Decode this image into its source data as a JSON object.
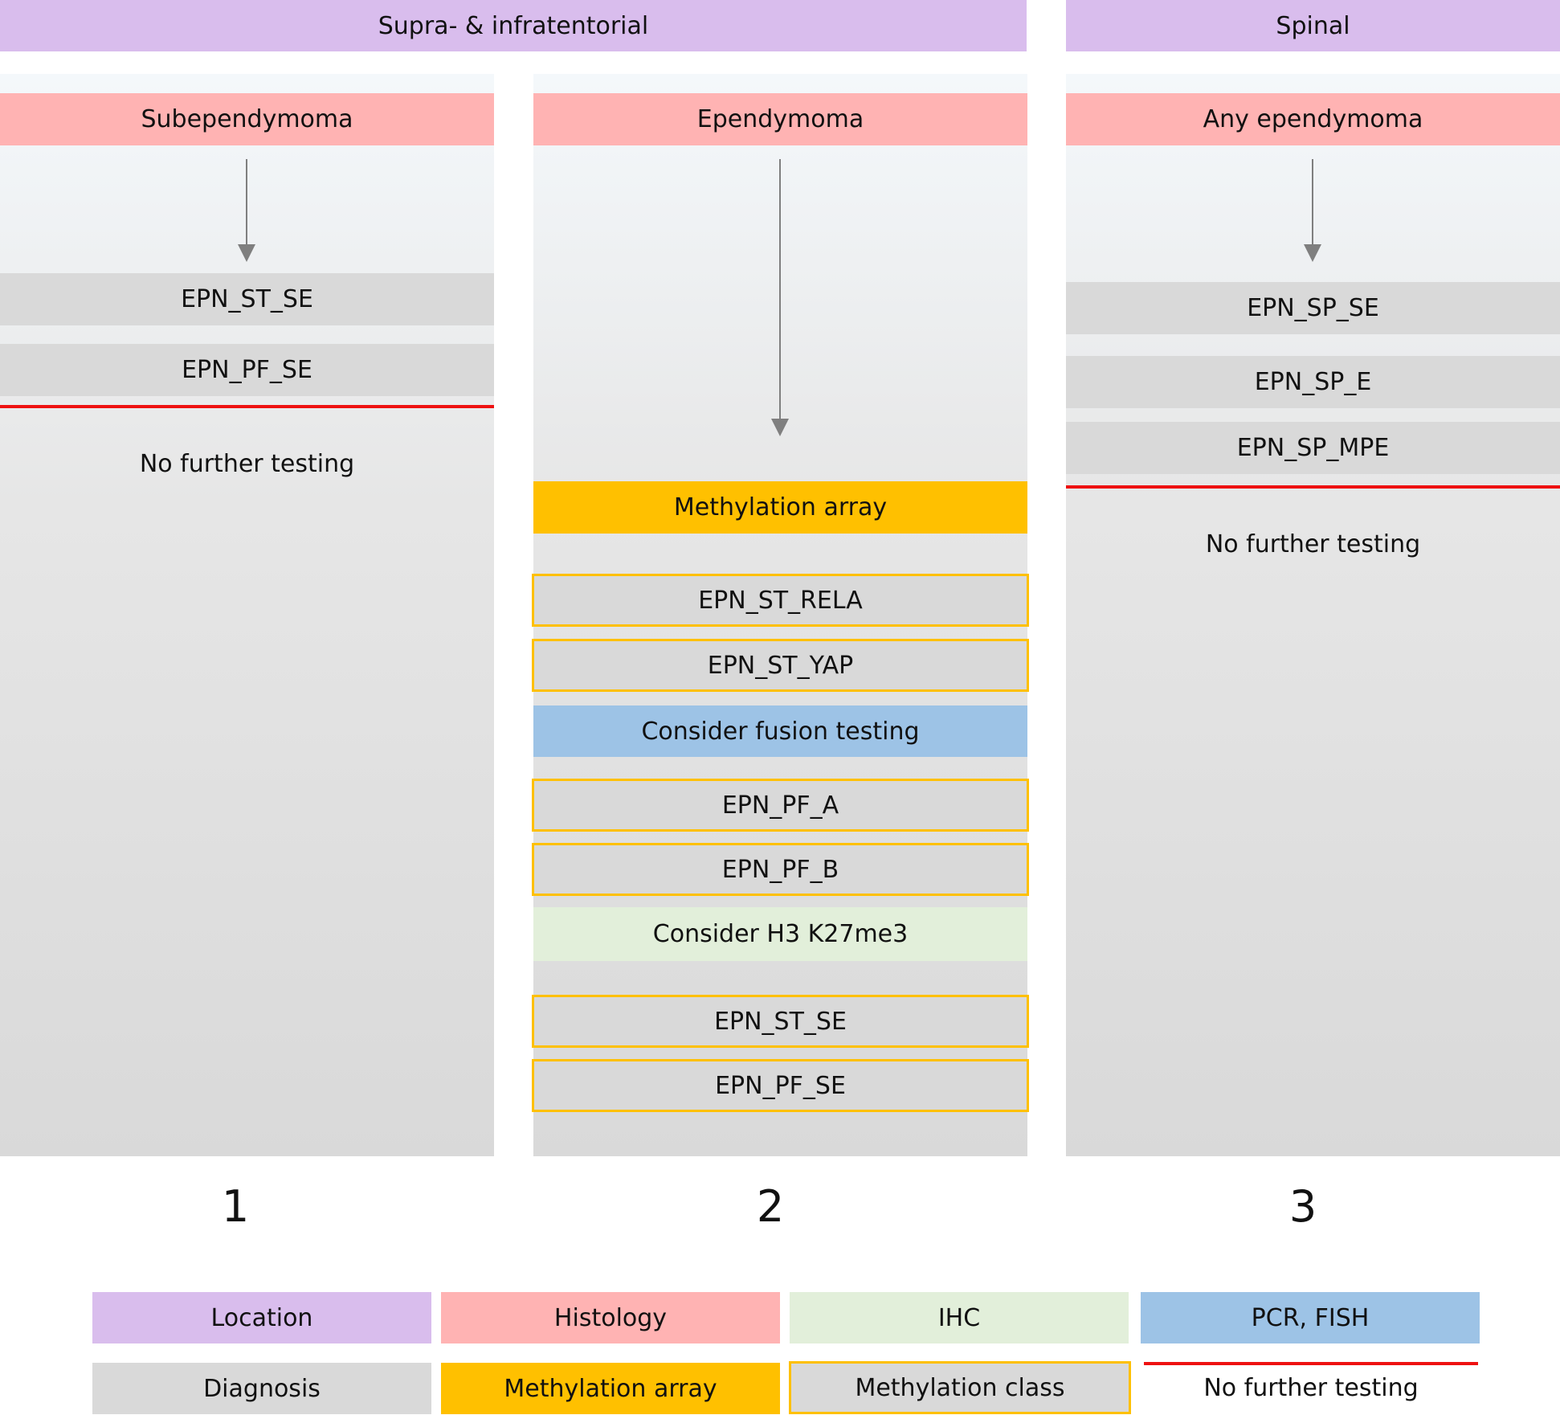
{
  "header": {
    "supra_infra": "Supra- & infratentorial",
    "spinal": "Spinal"
  },
  "col1": {
    "histology": "Subependymoma",
    "diagnoses": [
      "EPN_ST_SE",
      "EPN_PF_SE"
    ],
    "end_text": "No further testing",
    "number": "1"
  },
  "col2": {
    "histology": "Ependymoma",
    "methylation": "Methylation array",
    "classes_a": [
      "EPN_ST_RELA",
      "EPN_ST_YAP"
    ],
    "fusion": "Consider fusion testing",
    "classes_b": [
      "EPN_PF_A",
      "EPN_PF_B"
    ],
    "h3": "Consider H3 K27me3",
    "classes_c": [
      "EPN_ST_SE",
      "EPN_PF_SE"
    ],
    "number": "2"
  },
  "col3": {
    "histology": "Any ependymoma",
    "diagnoses": [
      "EPN_SP_SE",
      "EPN_SP_E",
      "EPN_SP_MPE"
    ],
    "end_text": "No further testing",
    "number": "3"
  },
  "legend": {
    "location": "Location",
    "histology": "Histology",
    "ihc": "IHC",
    "pcr": "PCR, FISH",
    "diagnosis": "Diagnosis",
    "methylation_array": "Methylation array",
    "methylation_class": "Methylation class",
    "no_further": "No further testing"
  },
  "colors": {
    "location": "#d9bded",
    "histology": "#ffb3b3",
    "diagnosis": "#d9d9d9",
    "methylation_array": "#ffc000",
    "ihc": "#e2efda",
    "pcr": "#9dc3e6",
    "stop_line": "#ee1111"
  }
}
